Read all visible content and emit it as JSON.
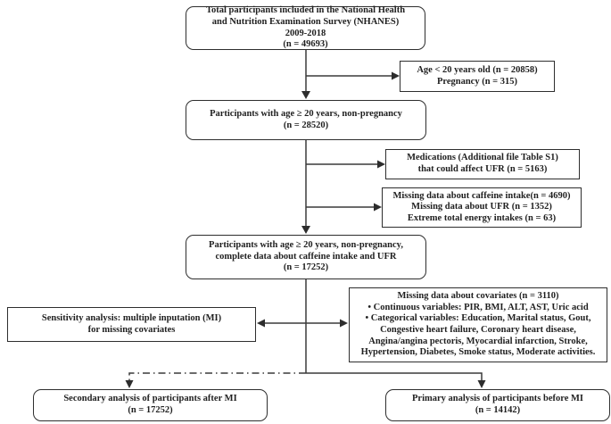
{
  "figure_type": "participant-flow-diagram",
  "colors": {
    "box_border": "#2e2e2e",
    "arrow_line": "#3a3a3a",
    "text": "#1f1f1f",
    "background": "#ffffff"
  },
  "boxes": {
    "total": {
      "lines": [
        "Total participants included in the National Health",
        "and Nutrition Examination Survey (NHANES)",
        "2009-2018",
        "(n = 49693)"
      ]
    },
    "age_pregnancy_excluded": {
      "lines": [
        "Age < 20 years old (n = 20858)",
        "Pregnancy (n = 315)"
      ]
    },
    "age20_nonpregnancy": {
      "lines": [
        "Participants with age ≥ 20 years, non-pregnancy",
        "(n = 28520)"
      ]
    },
    "medications_excluded": {
      "lines": [
        "Medications (Additional file Table S1)",
        "that could affect UFR (n = 5163)"
      ]
    },
    "missing_data_excluded": {
      "lines": [
        "Missing data about caffeine intake(n = 4690)",
        "Missing data about UFR (n = 1352)",
        "Extreme total energy intakes (n = 63)"
      ]
    },
    "complete_data": {
      "lines": [
        "Participants with age ≥ 20 years, non-pregnancy,",
        "complete data about caffeine intake and UFR",
        "(n = 17252)"
      ]
    },
    "missing_covariates": {
      "lines": [
        "Missing data about covariates (n = 3110)",
        "• Continuous variables: PIR, BMI, ALT, AST, Uric acid",
        "• Categorical variables: Education, Marital status, Gout,",
        "Congestive heart failure, Coronary heart disease,",
        "Angina/angina pectoris, Myocardial infarction, Stroke,",
        "Hypertension, Diabetes, Smoke status, Moderate activities."
      ]
    },
    "sensitivity_analysis": {
      "lines": [
        "Sensitivity analysis: multiple inputation (MI)",
        "for missing covariates"
      ]
    },
    "secondary_analysis": {
      "lines": [
        "Secondary analysis of participants after MI",
        "(n = 17252)"
      ]
    },
    "primary_analysis": {
      "lines": [
        "Primary analysis of participants before MI",
        "(n = 14142)"
      ]
    }
  }
}
